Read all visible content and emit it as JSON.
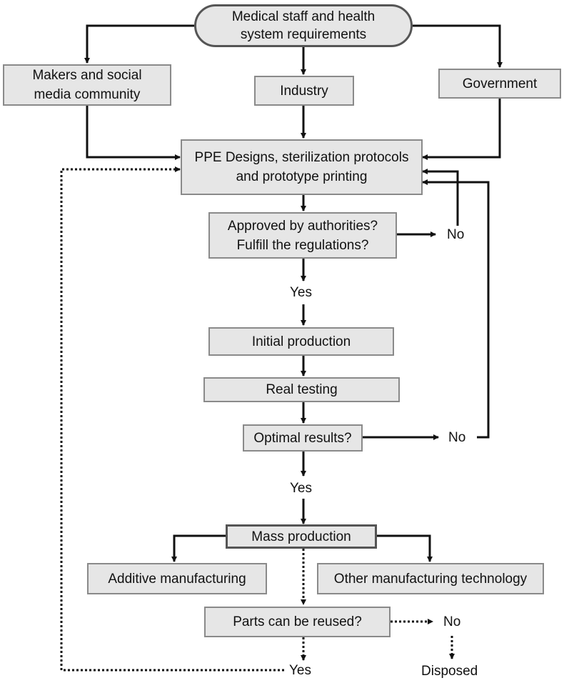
{
  "flowchart": {
    "start": {
      "line1": "Medical staff and health",
      "line2": "system  requirements"
    },
    "makers": {
      "line1": "Makers and social",
      "line2": "media community"
    },
    "industry": "Industry",
    "government": "Government",
    "ppe": {
      "line1": "PPE Designs, sterilization protocols",
      "line2": "and prototype printing"
    },
    "approved": {
      "line1": "Approved by authorities?",
      "line2": "Fulfill the regulations?"
    },
    "no1": "No",
    "yes1": "Yes",
    "initial_production": "Initial production",
    "real_testing": "Real testing",
    "optimal": "Optimal results?",
    "no2": "No",
    "yes2": "Yes",
    "mass_production": "Mass production",
    "additive": "Additive manufacturing",
    "other": "Other manufacturing technology",
    "reused": "Parts can be reused?",
    "no3": "No",
    "yes3": "Yes",
    "disposed": "Disposed"
  }
}
